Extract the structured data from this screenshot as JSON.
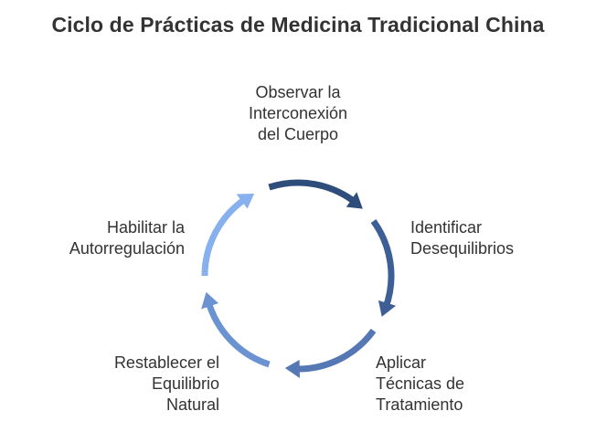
{
  "title": "Ciclo de Prácticas de Medicina Tradicional China",
  "steps": [
    {
      "lines": [
        "Observar la",
        "Interconexión",
        "del Cuerpo"
      ],
      "color": "#2e4d7b"
    },
    {
      "lines": [
        "Identificar",
        "Desequilibrios"
      ],
      "color": "#3d5f96"
    },
    {
      "lines": [
        "Aplicar",
        "Técnicas de",
        "Tratamiento"
      ],
      "color": "#5578b5"
    },
    {
      "lines": [
        "Restablecer el",
        "Equilibrio",
        "Natural"
      ],
      "color": "#6c93d1"
    },
    {
      "lines": [
        "Habilitar la",
        "Autorregulación"
      ],
      "color": "#86b0ee"
    }
  ]
}
